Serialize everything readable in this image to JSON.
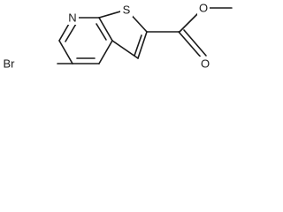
{
  "molecule": {
    "atoms": {
      "nitrogen": "N",
      "sulfur": "S",
      "ester_carbonyl_oxygen": "O",
      "ester_ether_oxygen": "O",
      "bromine": "Br"
    }
  }
}
